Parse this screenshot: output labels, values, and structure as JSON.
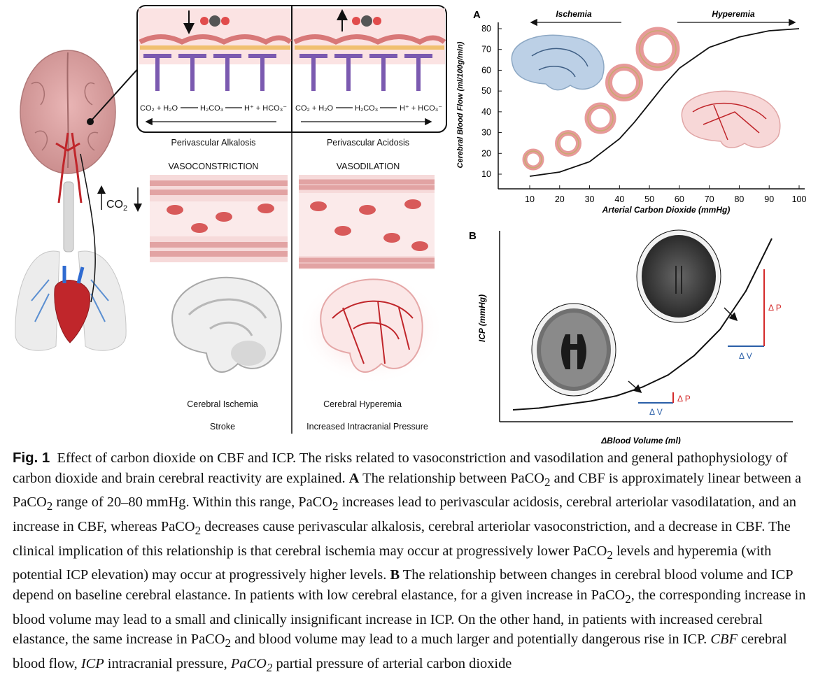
{
  "left_panel": {
    "co2_label": "CO",
    "co2_sub": "2",
    "eq_left": {
      "co2": "CO₂ + H₂O",
      "h2co3": "H₂CO₃",
      "products": "H⁺ + HCO₃⁻"
    },
    "eq_right": {
      "co2": "CO₂ + H₂O",
      "h2co3": "H₂CO₃",
      "products": "H⁺ + HCO₃⁻"
    },
    "alkalosis": "Perivascular Alkalosis",
    "acidosis": "Perivascular Acidosis",
    "vasoconstriction": "VASOCONSTRICTION",
    "vasodilation": "VASODILATION",
    "ischemia": "Cerebral Ischemia",
    "stroke": "Stroke",
    "hyperemia": "Cerebral Hyperemia",
    "icp": "Increased Intracranial Pressure"
  },
  "panel_a": {
    "letter": "A",
    "ischemia_arrow": "Ischemia",
    "hyperemia_arrow": "Hyperemia"
  },
  "panel_b": {
    "letter": "B",
    "dp_small": "Δ P",
    "dv_small": "Δ V",
    "dp_large": "Δ P",
    "dv_large": "Δ V",
    "ylabel": "ICP (mmHg)",
    "xlabel": "ΔBlood Volume (ml)"
  },
  "colors": {
    "curve": "#111111",
    "delta_p": "#d42a2a",
    "delta_v": "#2a5fa8",
    "vessel": "#e79a9a"
  },
  "chart_data": [
    {
      "type": "line",
      "xlabel": "Arterial Carbon Dioxide (mmHg)",
      "ylabel": "Cerebral Blood Flow (ml/100g/min)",
      "x_ticks": [
        "10",
        "20",
        "30",
        "40",
        "50",
        "60",
        "70",
        "80",
        "90",
        "100"
      ],
      "y_ticks": [
        "10",
        "20",
        "30",
        "40",
        "50",
        "60",
        "70",
        "80"
      ],
      "xlim": [
        0,
        100
      ],
      "ylim": [
        5,
        83
      ],
      "series": [
        {
          "x": [
            10,
            20,
            30,
            40,
            45,
            50,
            55,
            60,
            70,
            80,
            90,
            100
          ],
          "values": [
            9,
            11,
            16,
            27,
            35,
            44,
            53,
            61,
            71,
            76,
            79,
            80
          ]
        }
      ]
    },
    {
      "type": "line",
      "xlabel": "ΔBlood Volume (ml)",
      "ylabel": "ICP (mmHg)",
      "series": [
        {
          "x": [
            0,
            0.1,
            0.2,
            0.3,
            0.4,
            0.5,
            0.6,
            0.7,
            0.8,
            0.9,
            1.0
          ],
          "values": [
            0.02,
            0.03,
            0.05,
            0.07,
            0.1,
            0.15,
            0.22,
            0.33,
            0.48,
            0.7,
            1.0
          ]
        }
      ]
    }
  ],
  "caption": {
    "label": "Fig. 1",
    "s1": "Effect of carbon dioxide on CBF and ICP. The risks related to vasoconstriction and vasodilation and general pathophysiology of carbon dioxide and brain cerebral reactivity are explained.",
    "a": "A",
    "s2a": "The relationship between PaCO",
    "s2b": "and CBF is approximately linear between a PaCO",
    "s2c": "range of 20–80 mmHg. Within this range, PaCO",
    "s2d": "increases lead to perivascular acidosis, cerebral arteriolar vasodilatation, and an increase in CBF, whereas PaCO",
    "s2e": "decreases cause perivascular alkalosis, cerebral arteriolar vasoconstriction, and a decrease in CBF. The clinical implication of this relationship is that cerebral ischemia may occur at progressively lower PaCO",
    "s2f": "levels and hyperemia (with potential ICP elevation) may occur at progressively higher levels.",
    "b": "B",
    "s3a": "The relationship between changes in cerebral blood volume and ICP depend on baseline cerebral elastance. In patients with low cerebral elastance, for a given increase in PaCO",
    "s3b": ", the corresponding increase in blood volume may lead to a small and clinically insignificant increase in ICP. On the other hand, in patients with increased cerebral elastance, the same increase in PaCO",
    "s3c": "and blood volume may lead to a much larger and potentially dangerous rise in ICP.",
    "abbr_cbf": "CBF",
    "abbr_cbf_def": "cerebral blood flow,",
    "abbr_icp": "ICP",
    "abbr_icp_def": "intracranial pressure,",
    "abbr_paco2": "PaCO",
    "abbr_paco2_def": "partial pressure of arterial carbon dioxide",
    "sub2": "2"
  }
}
